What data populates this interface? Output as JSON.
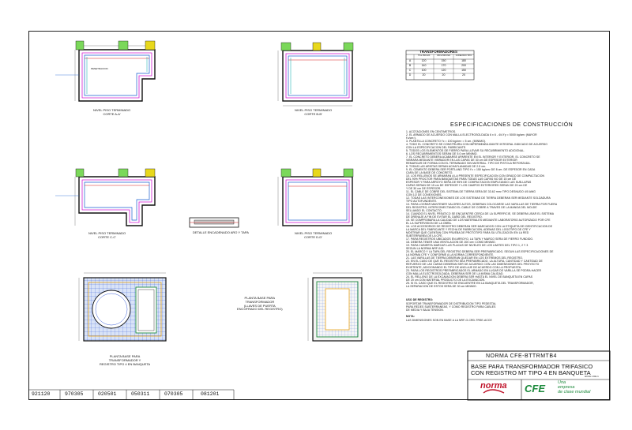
{
  "plans": [
    {
      "id": "a",
      "caption": "NIVEL PISO TERMINADO",
      "sub": "CORTE A-A'"
    },
    {
      "id": "b",
      "caption": "NIVEL PISO TERMINADO",
      "sub": "CORTE B-B'"
    },
    {
      "id": "c",
      "caption": "NIVEL PISO TERMINADO",
      "sub": "CORTE C-C'"
    },
    {
      "id": "d",
      "caption": "NIVEL PISO TERMINADO",
      "sub": "CORTE D-D'"
    }
  ],
  "detail_caption": "DETALLE ENCADENADO ARO Y TAPA",
  "bottom_left_caption": [
    "PLANTA BASE PARA",
    "TRANSFORMADOR Y",
    "REGISTRO TIPO 4 EN BANQUETA"
  ],
  "bottom_mid_caption": [
    "PLANTA BASE PARA",
    "TRANSFORMADOR",
    "(LLAVES DE PUERTA",
    "ENCOFRADO DEL REGISTRO)"
  ],
  "transformers_table": {
    "title": "TRANSFORMADORES",
    "headers": [
      "",
      "75 a 150 kVA",
      "300 a 500 kVA",
      "CONEXION TIPO"
    ],
    "rows": [
      [
        "A",
        "120",
        "150",
        "180"
      ],
      [
        "B",
        "140",
        "170",
        "200"
      ],
      [
        "C",
        "100",
        "120",
        "150"
      ],
      [
        "D",
        "20",
        "20",
        "20"
      ]
    ]
  },
  "specs": {
    "title": "ESPECIFICACIONES DE CONSTRUCCIÓN",
    "lines": [
      "1. ACOTACIONES EN CENTIMETROS.",
      "2. EL ARMADO DE ACUERDO CON MALLA ELECTROSOLDADA 6 x 6 - 4/4 f'y = 5000 kg/cm² (MAYOR",
      "   f'c/cm²).",
      "3. PLANTILLA CONCRETO f'c = 100 kg/cm² = 5 cm. (MINIMO).",
      "4. TODO EL CONCRETO SE CONSTRUIRA CON IMPERMEABILIZANTE INTEGRAL INDICADO DE ACUERDO",
      "   CON LA ESPECIFICACION DEL FABRICANTE.",
      "5. TODOS LOS ELEMENTOS DE FIERRO PARA LLEVAR SU RECUBRIMIENTO ADICIONAL.",
      "6. LOS RECUBRIMIENTOS SERAN DE 5.0 cm MINIMO.",
      "7. EL CONCRETO DEBERA ACABARSE APARENTE EN EL INTERIOR Y EXTERIOR, EL CONCRETO SE",
      "   VIBRARA MEDIANTE VIBRADOR EN LAS CAPAS DE 30 cm DE ESPESOR EXTERIOR",
      "   REMARCAR DE FORMA CON EL TERMINADO SIN MATERIAL. TIPO DE PISTOLA REFORZADA.",
      "8. TODAS LAS ARISTAS SERAN ACHAFLANADAS DE 2.5 cm.",
      "9. EL CEMENTO DEBERA SER PORTLAND TIPO f'c = 150 kg/cm² DE 8 cm. DE ESPESOR EN CADA",
      "   CARA DE LA BASE DE CONCRETO.",
      "10. LOS RELLENOS SE ARMARAN A LA PRESENTE ESPECIFICACION CON GRADO DE COMPACTACION",
      "   DEL 90% PROCTOR PARA BANQUETAS PARA TODAS LAS CAPAS NO DE 15 cm DE",
      "   ESPESOR Y PARA ARROYO SERA DE 95% DE COMPACTACION EMPLEANDO LAS SUB-LAPAS",
      "   CAPAS SERAN DE 15 cm DE ESPESOR Y LOS CAMPOS EXTERIORES SERAN DE 20 cm DE",
      "   Y DE 30 cm DE ESPESOR.",
      "11. EL CABLE DE COBRE DEL SISTEMA DE TIERRA SERA DE 33.62 mm² TIPO DESNUDO 4/0 AWG",
      "   CON 1/2 DE CONEXIONES.",
      "12. TODAS LAS INTERCONEXIONES DE LOS SISTEMAS DE TIERRA DEBERAN SER MEDIANTE SOLDADURA",
      "   TIPO AUTOFUNDENTE.",
      "13. PARA LOGRAR MANTENER VALORES ALTOS, DEBERAN COLOCARSE LAS VARILLAS DE TIERRA POR FUERA",
      "   DEL REGISTRO, INTERCONECTANDO EL CABLE DE COBRE A TRAVES DE LA MANGA DEL MOLDE",
      "   SELLANDO EL CONTACTO.",
      "14. CUANDO EL NIVEL FREATICO SE ENCUENTRE CERCA DE LA SUPERFICIE, SE DEBERA USAR EL SISTEMA",
      "   DE DRENAJE A FIN DE EVITAR EL DAÑO DEL REGISTRO.",
      "15. SE COMPROBARA LA CALIDAD DE LOS MATERIALES MEDIANTE LABORATORIO AUTORIZADO POR CFE",
      "   EL LA SUPERVISION DE LA OBRA.",
      "16. LOS ACCESORIOS DE REGISTRO DEBERAN SER MARCADOS CON LA ETIQUETA DE IDENTIFICACION DE",
      "   LA MARCA DEL FABRICANTE Y FECHA DE FABRICACION, ADEMAS DEL LOGOTIPO DE CFE Y",
      "   MOSTRAR QUE CUENTAN CON PRUEBA DE PROTOTIPO PARA SU UTILIZACION EN LA RED",
      "   SUBTERRANEA DE LA CFE.",
      "17. PARA REGISTROS UBICADOS EN ARROYO, LA TAPA Y MARCO SERA DE FIERRO FUNDIDO.",
      "18. DEBERA TENER UNA VENTILACION DE 200 cm² COMO MINIMO.",
      "19. PARA CUBIERTA MARCAR LAS PLACAS DE NIVELES DE LOS LIMITES DEL TIPO 1, 2 Y 3",
      "   SEGUN LA NORMA NRF-043.",
      "20. EL MARCO Y LA TAPA DEL REGISTRO DEBERA SER PREFABRICADO, SEGUN LAS ESPECIFICACIONES DE",
      "   LA NORMA CFE Y CONFORME A LA NORMA CORRESPONDIENTE.",
      "21. LAS VARILLAS DE TIERRA DEBERAN QUEDAR EN LOS EXTREMOS DEL REGISTRO.",
      "22. EN EL CASO DE QUE EL REGISTRO SEA PREFABRICADO, LA ALTURA, CANTIDAD Y CANTIDAD DE",
      "   REFUERZO DE LAS CARAS DEBERAN SER DE ACUERDO CON LAS DIMENSIONES DEL PROYECTO",
      "   EXISTENTE, ADICIONANDO EL TIPO DE ANCLAJE DE ACUERDO CON LA PROPUESTA.",
      "23. PARA LOS REGISTROS PREFABRICADOS EL ARMADO EN LUGAR DE VARILLA SE PODRA HACER",
      "   CON MALLA ELECTROSOLDADA, DEBERAN SER DE LA MISMA CALIDAD.",
      "24. EL RELLENO DE LA EXCAVACION DEBERA SER HASTA EL NIVEL DE BANQUETA EN CAPAS",
      "   DE 20 cm CON MATERIAL PRODUCTO DE LA EXCAVACION.",
      "25. SI EL CASO QUE EL REGISTRO SE ENCUENTRE EN LA BANQUETA DEL TRANSFORMADOR,",
      "   LA SEPARACION DE ESTOS SERA DE 30 cm MINIMO."
    ],
    "usos_title": "USO DE REGISTRO:",
    "usos_lines": [
      "SOPORTAR TRANSFORMADOR DE DISTRIBUCION TIPO PEDESTAL",
      "PARA REDES SUBTERRANEAS, Y COMO REGISTRO PARA CABLES",
      "DE MEDIA Y BAJA TENSION."
    ],
    "nota_title": "NOTA:",
    "nota_lines": [
      "LAS DIMENSIONES SON EN BASE A LA NRF-O-CRD-TRSE-ACCE"
    ]
  },
  "title_block": {
    "norma": "NORMA CFE-BTTRMTB4",
    "line1": "BASE PARA TRANSFORMADOR TRIFASICO",
    "line2": "CON REGISTRO MT TIPO 4 EN BANQUETA",
    "sheet": "HOJA 1 DE 1",
    "logo_norma": "norma",
    "logo_cfe": "CFE",
    "logo_slogan": [
      "Una",
      "empresa",
      "de clase",
      "mundial"
    ]
  },
  "revisions": [
    "921120",
    "970305",
    "020501",
    "050311",
    "070305",
    "081201"
  ]
}
